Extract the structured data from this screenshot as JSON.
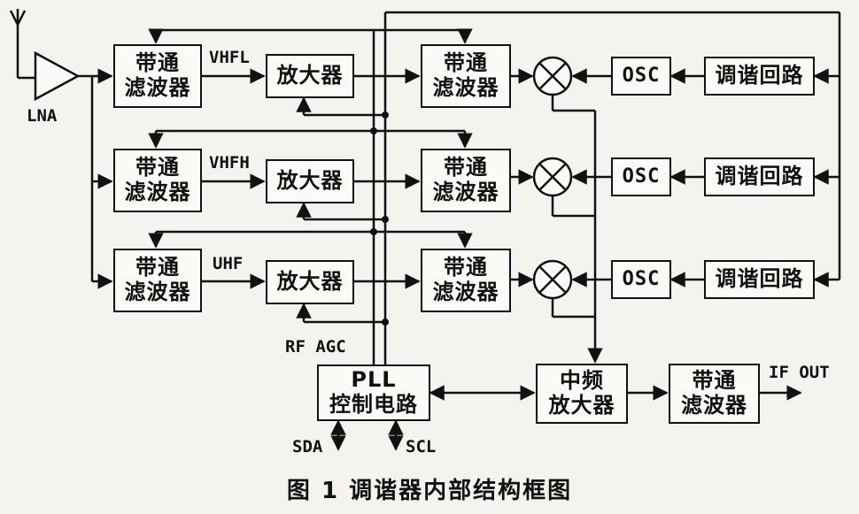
{
  "blocks": {
    "bpf_in": [
      "带通",
      "滤波器"
    ],
    "amp": "放大器",
    "bpf_mid": [
      "带通",
      "滤波器"
    ],
    "osc": "OSC",
    "tuning": "调谐回路",
    "pll": [
      "PLL",
      "控制电路"
    ],
    "if_amp": [
      "中频",
      "放大器"
    ],
    "if_bpf": [
      "带通",
      "滤波器"
    ]
  },
  "labels": {
    "lna": "LNA",
    "vhfl": "VHFL",
    "vhfh": "VHFH",
    "uhf": "UHF",
    "rf_agc": "RF AGC",
    "sda": "SDA",
    "scl": "SCL",
    "if_out": "IF OUT"
  },
  "caption": "图 1  调谐器内部结构框图"
}
